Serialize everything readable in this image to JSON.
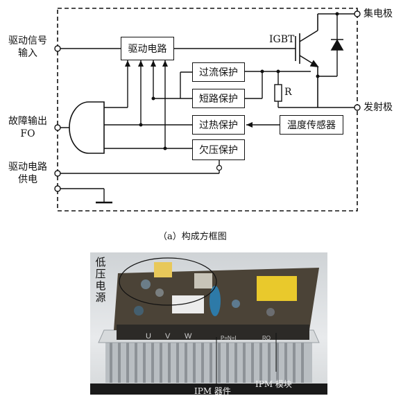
{
  "diagram": {
    "terminals": {
      "drive_signal_input": [
        "驱动信号",
        "输入"
      ],
      "fault_output": [
        "故障输出",
        "FO"
      ],
      "drive_power": [
        "驱动电路",
        "供电"
      ],
      "collector": "集电极",
      "emitter": "发射极"
    },
    "blocks": {
      "drive_circuit": "驱动电路",
      "overcurrent": "过流保护",
      "short_circuit": "短路保护",
      "overheat": "过热保护",
      "undervoltage": "欠压保护",
      "temp_sensor": "温度传感器"
    },
    "igbt_label": "IGBT",
    "resistor_label": "R",
    "caption": "（a）构成方框图"
  },
  "photo": {
    "low_voltage_label": [
      "低",
      "压",
      "电",
      "源"
    ],
    "module_marks": [
      "U",
      "V",
      "W",
      "P=N=I",
      "RO"
    ],
    "bottom_label_1": "IPM 模块",
    "bottom_label_2": "IPM 器件"
  }
}
